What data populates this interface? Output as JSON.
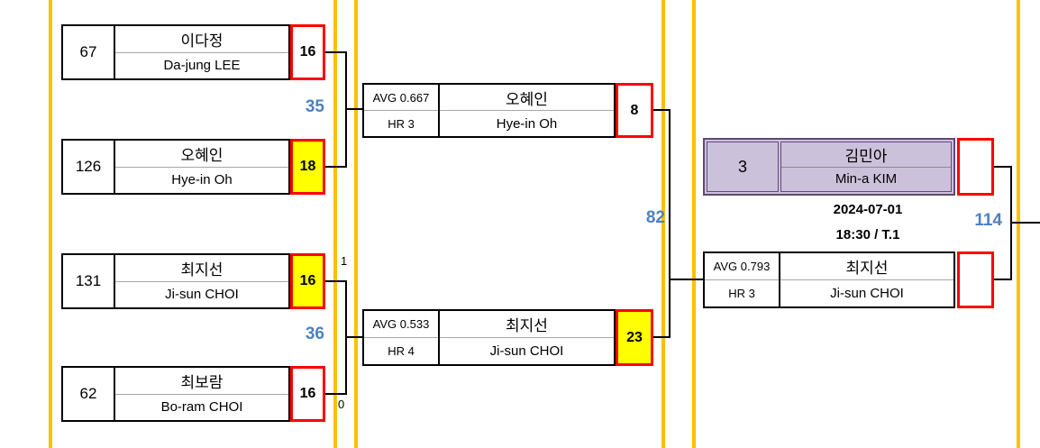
{
  "colors": {
    "divider_orange": "#FFC000",
    "winner_yellow": "#FFFF00",
    "score_border_red": "#FF0000",
    "target_blue": "#4F81BD",
    "final_seed_fill": "#CCC1DA",
    "final_seed_border": "#5F497A"
  },
  "round1": {
    "match1": {
      "target_score": "35",
      "player1": {
        "rank": "67",
        "name_kr": "이다정",
        "name_en": "Da-jung LEE",
        "score": "16"
      },
      "player2": {
        "rank": "126",
        "name_kr": "오혜인",
        "name_en": "Hye-in Oh",
        "score": "18"
      }
    },
    "match2": {
      "target_score": "36",
      "set_top": "1",
      "set_bottom": "0",
      "player1": {
        "rank": "131",
        "name_kr": "최지선",
        "name_en": "Ji-sun CHOI",
        "score": "16"
      },
      "player2": {
        "rank": "62",
        "name_kr": "최보람",
        "name_en": "Bo-ram CHOI",
        "score": "16"
      }
    }
  },
  "round2": {
    "match": {
      "target_score": "82",
      "player1": {
        "avg": "AVG 0.667",
        "hr": "HR 3",
        "name_kr": "오혜인",
        "name_en": "Hye-in Oh",
        "score": "8"
      },
      "player2": {
        "avg": "AVG 0.533",
        "hr": "HR 4",
        "name_kr": "최지선",
        "name_en": "Ji-sun CHOI",
        "score": "23"
      }
    }
  },
  "round3": {
    "match": {
      "target_score": "114",
      "date": "2024-07-01",
      "time_table": "18:30 / T.1",
      "player1": {
        "rank": "3",
        "name_kr": "김민아",
        "name_en": "Min-a KIM",
        "score": ""
      },
      "player2": {
        "avg": "AVG 0.793",
        "hr": "HR 3",
        "name_kr": "최지선",
        "name_en": "Ji-sun CHOI",
        "score": ""
      }
    }
  }
}
